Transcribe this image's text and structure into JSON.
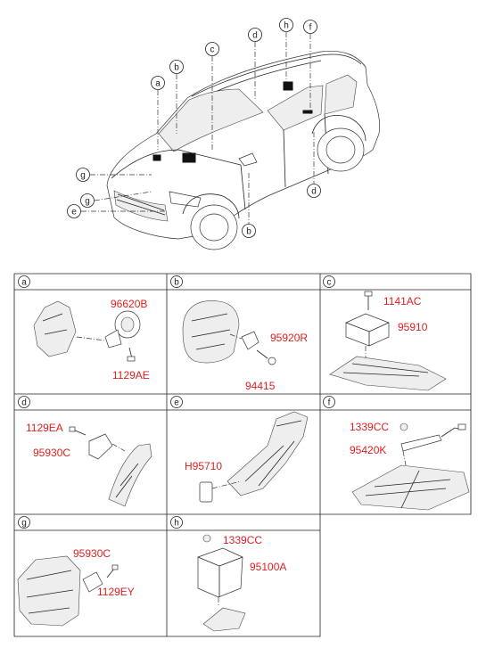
{
  "callouts": [
    "a",
    "b",
    "c",
    "d",
    "h",
    "f",
    "g",
    "g",
    "e",
    "b",
    "d"
  ],
  "cells": [
    {
      "letter": "a",
      "parts": [
        "96620B",
        "1129AE"
      ]
    },
    {
      "letter": "b",
      "parts": [
        "95920R",
        "94415"
      ]
    },
    {
      "letter": "c",
      "parts": [
        "1141AC",
        "95910"
      ]
    },
    {
      "letter": "d",
      "parts": [
        "1129EA",
        "95930C"
      ]
    },
    {
      "letter": "e",
      "parts": [
        "H95710"
      ]
    },
    {
      "letter": "f",
      "parts": [
        "1339CC",
        "95420K"
      ]
    },
    {
      "letter": "g",
      "parts": [
        "95930C",
        "1129EY"
      ]
    },
    {
      "letter": "h",
      "parts": [
        "1339CC",
        "95100A"
      ]
    }
  ]
}
